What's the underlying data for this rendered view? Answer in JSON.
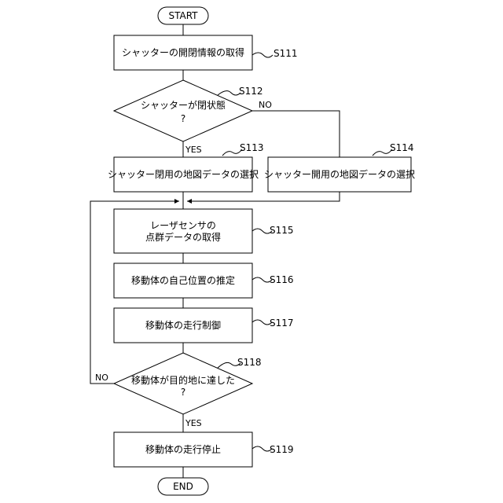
{
  "flowchart": {
    "start": "START",
    "end": "END",
    "s111": {
      "label": "シャッターの開閉情報の取得",
      "step": "S111"
    },
    "s112": {
      "label_line1": "シャッターが閉状態",
      "label_line2": "?",
      "step": "S112",
      "no_label": "NO",
      "yes_label": "YES"
    },
    "s113": {
      "label": "シャッター閉用の地図データの選択",
      "step": "S113"
    },
    "s114": {
      "label": "シャッター開用の地図データの選択",
      "step": "S114"
    },
    "s115": {
      "label_line1": "レーザセンサの",
      "label_line2": "点群データの取得",
      "step": "S115"
    },
    "s116": {
      "label": "移動体の自己位置の推定",
      "step": "S116"
    },
    "s117": {
      "label": "移動体の走行制御",
      "step": "S117"
    },
    "s118": {
      "label_line1": "移動体が目的地に達した",
      "label_line2": "?",
      "step": "S118",
      "no_label": "NO",
      "yes_label": "YES"
    },
    "s119": {
      "label": "移動体の走行停止",
      "step": "S119"
    }
  }
}
